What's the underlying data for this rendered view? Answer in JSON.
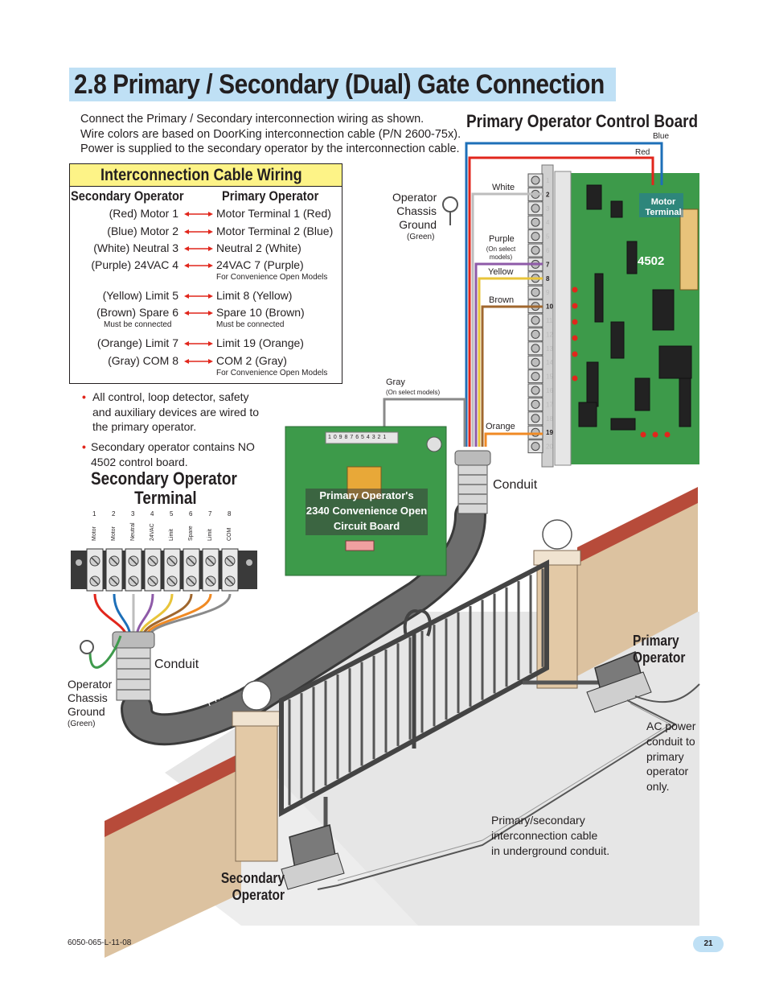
{
  "page": {
    "title": "2.8 Primary / Secondary (Dual) Gate Connection",
    "intro_lines": [
      "Connect the Primary / Secondary interconnection wiring as shown.",
      "Wire colors are based on DoorKing interconnection cable (P/N 2600-75x).",
      "Power is supplied to the secondary operator by the interconnection cable."
    ],
    "footer_code": "6050-065-L-11-08",
    "page_number": "21"
  },
  "wiring_table": {
    "title": "Interconnection Cable Wiring",
    "secondary_heading": "Secondary Operator",
    "primary_heading": "Primary Operator",
    "rows": [
      {
        "left": "(Red) Motor 1",
        "right": "Motor Terminal 1 (Red)",
        "left_note": "",
        "right_note": ""
      },
      {
        "left": "(Blue) Motor 2",
        "right": "Motor Terminal 2 (Blue)",
        "left_note": "",
        "right_note": ""
      },
      {
        "left": "(White) Neutral 3",
        "right": "Neutral 2 (White)",
        "left_note": "",
        "right_note": ""
      },
      {
        "left": "(Purple) 24VAC 4",
        "right": "24VAC 7 (Purple)",
        "left_note": "",
        "right_note": "For Convenience Open Models"
      },
      {
        "left": "(Yellow) Limit 5",
        "right": "Limit 8 (Yellow)",
        "left_note": "",
        "right_note": ""
      },
      {
        "left": "(Brown) Spare 6",
        "right": "Spare 10 (Brown)",
        "left_note": "Must be connected",
        "right_note": "Must be connected"
      },
      {
        "left": "(Orange) Limit 7",
        "right": "Limit 19 (Orange)",
        "left_note": "",
        "right_note": ""
      },
      {
        "left": "(Gray) COM 8",
        "right": "COM 2 (Gray)",
        "left_note": "",
        "right_note": "For Convenience Open Models"
      }
    ]
  },
  "bullets": {
    "b1": [
      "All control, loop detector, safety",
      "and auxiliary devices are wired to",
      "the primary operator."
    ],
    "b2": [
      "Secondary operator contains NO",
      "4502 control board."
    ]
  },
  "secondary_terminal": {
    "heading_line1": "Secondary Operator",
    "heading_line2": "Terminal",
    "numbers": [
      "1",
      "2",
      "3",
      "4",
      "5",
      "6",
      "7",
      "8"
    ],
    "labels": [
      "Motor",
      "Motor",
      "Neutral",
      "24VAC",
      "Limit",
      "Spare",
      "Limit",
      "COM"
    ],
    "conduit": "Conduit",
    "ground_lines": [
      "Operator",
      "Chassis",
      "Ground"
    ],
    "ground_note": "(Green)"
  },
  "primary_board": {
    "heading": "Primary Operator Control Board",
    "model": "4502",
    "motor_terminal_lines": [
      "Motor",
      "Terminal"
    ],
    "ground_lines": [
      "Operator",
      "Chassis",
      "Ground"
    ],
    "ground_note": "(Green)",
    "terminal_numbers": [
      "1",
      "2",
      "3",
      "4",
      "5",
      "6",
      "7",
      "8",
      "9",
      "10",
      "11",
      "12",
      "13",
      "14",
      "15",
      "16",
      "17",
      "18",
      "19",
      "20"
    ],
    "wires": {
      "blue": "Blue",
      "red": "Red",
      "white": "White",
      "purple": "Purple",
      "purple_note": "(On select models)",
      "yellow": "Yellow",
      "brown": "Brown",
      "gray": "Gray",
      "gray_note": "(On select models)",
      "orange": "Orange"
    },
    "conduit": "Conduit"
  },
  "convenience_board": {
    "label_lines": [
      "Primary Operator's",
      "2340 Convenience Open",
      "Circuit Board"
    ],
    "terminal_digits": "1 0 9 8 7 6 5 4 3 2 1"
  },
  "scene": {
    "cable_label": "Primary/Secondary Interconnection Cable",
    "primary_op_lines": [
      "Primary",
      "Operator"
    ],
    "secondary_op_lines": [
      "Secondary",
      "Operator"
    ],
    "ac_power_lines": [
      "AC power",
      "conduit to",
      "primary",
      "operator",
      "only."
    ],
    "underground_lines": [
      "Primary/secondary",
      "interconnection cable",
      "in underground conduit."
    ]
  },
  "colors": {
    "title_bar": "#bfe0f5",
    "table_header": "#fdf387",
    "arrow": "#e1261c",
    "board_green": "#3d9a4a",
    "wire_red": "#e1261c",
    "wire_blue": "#1d6fb8",
    "wire_purple": "#8e5aa8",
    "wire_yellow": "#e8c43a",
    "wire_brown": "#a0672e",
    "wire_orange": "#f08a24",
    "wire_gray": "#8a8a8a",
    "wire_green": "#3e9a4c"
  }
}
